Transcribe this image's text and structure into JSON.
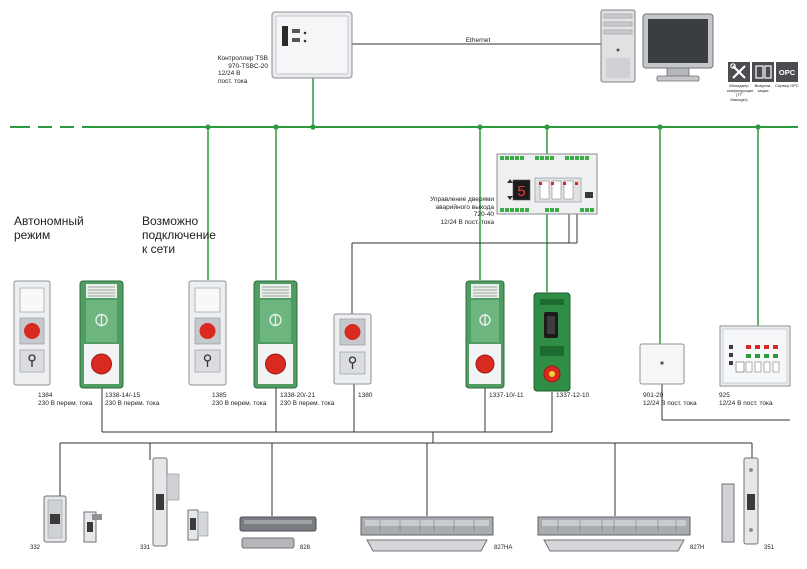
{
  "network": {
    "ethernet": "Ethernet"
  },
  "controller": {
    "line1": "Контроллер TSB",
    "line2": "970-TSBC-20",
    "line3": "12/24 В",
    "line4": "пост. тока"
  },
  "modes": {
    "autonomous": "Автономный режим",
    "networked": "Возможно подключение к сети"
  },
  "door_control": {
    "line1": "Управление дверями",
    "line2": "аварийного выхода",
    "line3": "720-40",
    "line4": "12/24 В пост. тока",
    "display": "5"
  },
  "software": [
    {
      "icon": "tools-icon",
      "label": "Менеджер конфигурации (TT Manager)"
    },
    {
      "icon": "visualization-icon",
      "label": "Визуали-зация"
    },
    {
      "icon": "opc-icon",
      "badge": "OPC",
      "label": "Сервер OPC"
    }
  ],
  "devices": [
    {
      "model": "1384",
      "power": "230 В перем. тока"
    },
    {
      "model": "1338-14/-15",
      "power": "230 В перем. тока"
    },
    {
      "model": "1385",
      "power": "230 В перем. тока"
    },
    {
      "model": "1338-20/-21",
      "power": "230 В перем. тока"
    },
    {
      "model": "1380",
      "power": ""
    },
    {
      "model": "1337-10/-11",
      "power": ""
    },
    {
      "model": "1337-12-10",
      "power": ""
    },
    {
      "model": "901-20",
      "power": "12/24 В пост. тока"
    },
    {
      "model": "925",
      "power": "12/24 В пост. тока"
    }
  ],
  "locks": [
    {
      "model": "332"
    },
    {
      "model": "331"
    },
    {
      "model": "828"
    },
    {
      "model": "827HA"
    },
    {
      "model": "827H"
    },
    {
      "model": "351"
    }
  ],
  "colors": {
    "bus": "#2d9a3c",
    "wire": "#333333",
    "unit_green": "#3f9a56",
    "button_red": "#d92a22"
  }
}
